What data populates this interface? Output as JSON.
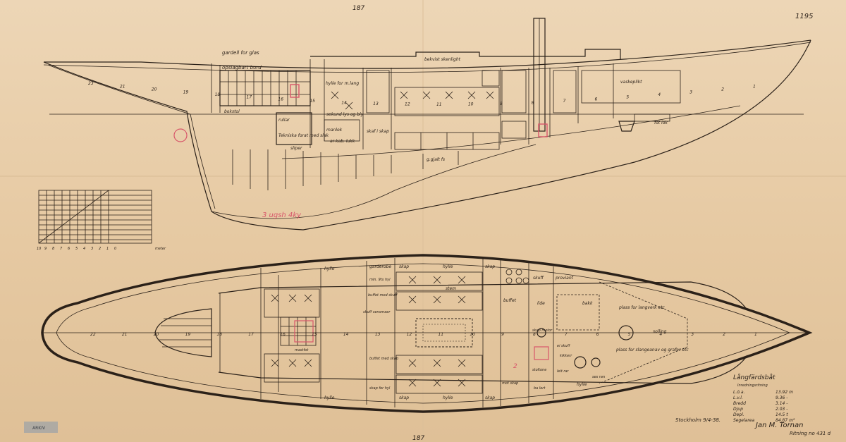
{
  "sheet": {
    "top_number": "187",
    "bottom_number": "187",
    "corner_mark": "1195",
    "drawing_ref": "Ritning no 431 d",
    "place_date": "Stockholm 9/4-38.",
    "signature": "Jan M. Tornan",
    "scale_unit": "meter",
    "scale_ticks": [
      "10",
      "9",
      "8",
      "7",
      "6",
      "5",
      "4",
      "3",
      "2",
      "1",
      "0"
    ],
    "stamp_text": "ARKIV"
  },
  "title_block": {
    "title": "Långfärdsbåt",
    "subtitle": "Inredningsritning",
    "specs": [
      {
        "label": "L.ö.a.",
        "value": "13.92 m"
      },
      {
        "label": "L.v.l.",
        "value": "9.36 -"
      },
      {
        "label": "Bredd",
        "value": "3.14 -"
      },
      {
        "label": "Djup",
        "value": "2.03 -"
      },
      {
        "label": "Depl.",
        "value": "14.5 t"
      },
      {
        "label": "Segelarea",
        "value": "84.87 m²"
      }
    ]
  },
  "profile": {
    "labels": {
      "glass": "gardell for glas",
      "table": "opslagbart bord",
      "hylle": "hylle for m.lang",
      "skylight": "bekvist skenlight",
      "vaskeplikt": "vaskeplikt",
      "bokstol": "bokstol",
      "rullar": "rullar",
      "tekniska": "Tekniska forat med slak",
      "sekund": "sekund lys og bly",
      "manlok": "manlok",
      "klaedeskap": "skaf i skap",
      "sliper": "sliper",
      "ar_kab": "ar kab. lukk",
      "gjaltfs": "g.gjalt fs",
      "fotlok": "fot lok",
      "red_note": "3 ugsh 4ky"
    },
    "station_numbers": [
      "23",
      "21",
      "20",
      "19",
      "18",
      "17",
      "16",
      "15",
      "14",
      "13",
      "12",
      "11",
      "10",
      "9",
      "8",
      "7",
      "6",
      "5",
      "4",
      "3",
      "2",
      "1"
    ]
  },
  "plan": {
    "labels": {
      "hylle1": "hylle",
      "garderobe": "garderobe",
      "skap1": "skap",
      "hylle2": "hylle",
      "skap2": "skap",
      "skuff": "skuff",
      "proviant": "proviant",
      "min_hyl": "min. 9ts hyl",
      "buffet": "buffet med skuff",
      "skuff_sens": "skuff sensmaer",
      "stem": "stem",
      "buffet2": "buffet",
      "lide": "lide",
      "bakk": "bakk",
      "plass_langverk": "plass for langverk etc",
      "plass_slanger": "plass for slangeanav og grafer etc",
      "sollings": "solling",
      "skap_motor": "skap motor",
      "ei_skuff": "ei skuff",
      "mastfot": "mastfot",
      "buffet3": "buffet med skap",
      "skap_hyl": "skap for hyl",
      "skap3": "skap",
      "hylle3": "hylle",
      "skap4": "skap",
      "hylle4": "hylle",
      "stoltone": "stoltone",
      "hylle5": "hylle",
      "ses_ran": "ses ran",
      "bao_lort": "ba lort",
      "motorrom": "mot skap",
      "kikkerr": "kikkerr",
      "leitrar": "leit rar"
    },
    "station_numbers": [
      "22",
      "21",
      "20",
      "19",
      "18",
      "17",
      "16",
      "15",
      "14",
      "13",
      "12",
      "11",
      "10",
      "9",
      "8",
      "7",
      "6",
      "5",
      "4",
      "3",
      "2",
      "1"
    ]
  },
  "colors": {
    "paper": "#e9cfab",
    "ink": "#2b2119",
    "red_pencil": "#d8566a"
  }
}
